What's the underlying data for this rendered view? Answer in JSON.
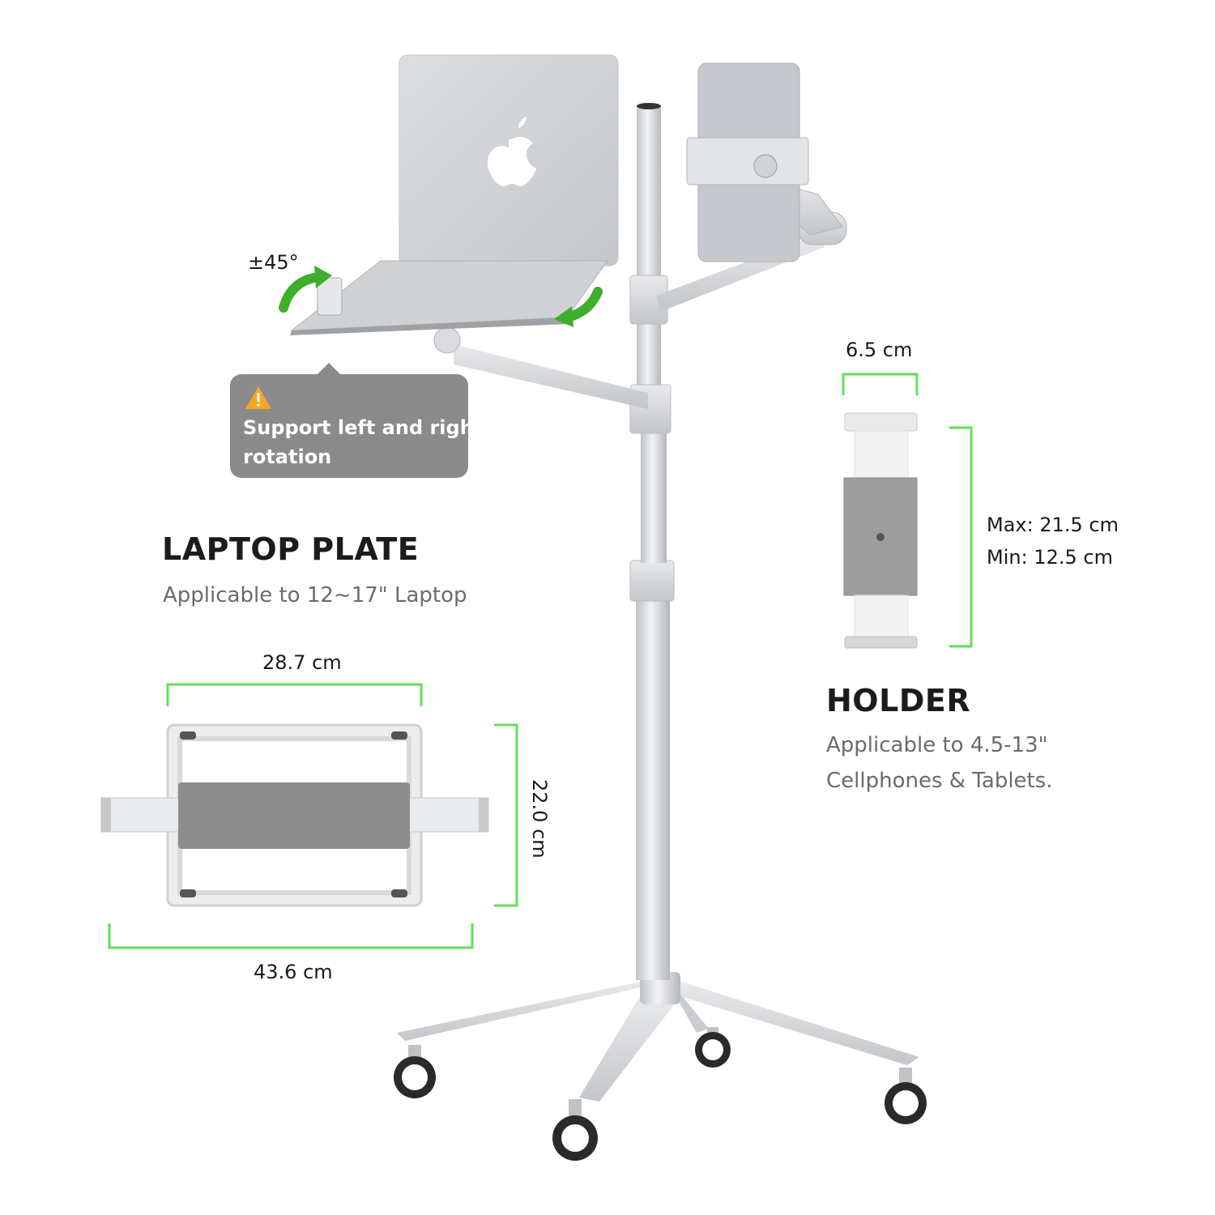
{
  "rotation": {
    "angle_label": "±45°"
  },
  "callout": {
    "icon": "warning-icon",
    "line1": "Support left and right",
    "line2": "rotation"
  },
  "laptop_plate": {
    "title": "LAPTOP PLATE",
    "subtitle": "Applicable to 12~17\" Laptop",
    "width_label": "28.7 cm",
    "depth_label": "22.0 cm",
    "total_width_label": "43.6 cm"
  },
  "holder": {
    "title": "HOLDER",
    "subtitle_line1": "Applicable to 4.5-13\"",
    "subtitle_line2": "Cellphones & Tablets.",
    "width_label": "6.5 cm",
    "max_label": "Max: 21.5 cm",
    "min_label": "Min: 12.5 cm"
  },
  "colors": {
    "dimension_line": "#5fe05a",
    "rotation_arrow": "#3fae2a",
    "callout_bg": "#8a8a8a",
    "aluminum": "#d4d6d9",
    "pad_gray": "#8c8c8c"
  }
}
